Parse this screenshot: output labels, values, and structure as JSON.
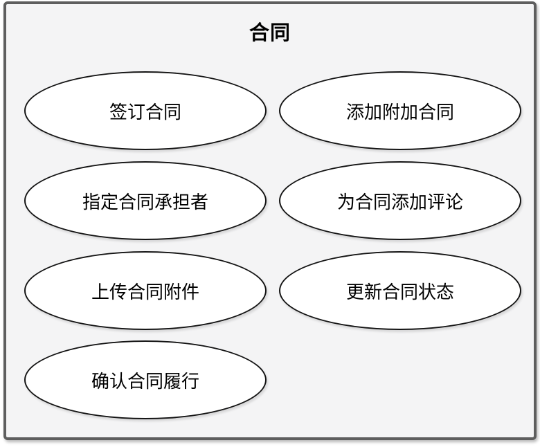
{
  "diagram": {
    "title": "合同",
    "use_cases": [
      "签订合同",
      "添加附加合同",
      "指定合同承担者",
      "为合同添加评论",
      "上传合同附件",
      "更新合同状态",
      "确认合同履行"
    ],
    "colors": {
      "frame_border": "#5e5e5e",
      "frame_background": "#f4f4f5",
      "node_fill": "#ffffff",
      "node_stroke": "#141414",
      "text": "#000000",
      "page_background": "#ffffff"
    }
  }
}
